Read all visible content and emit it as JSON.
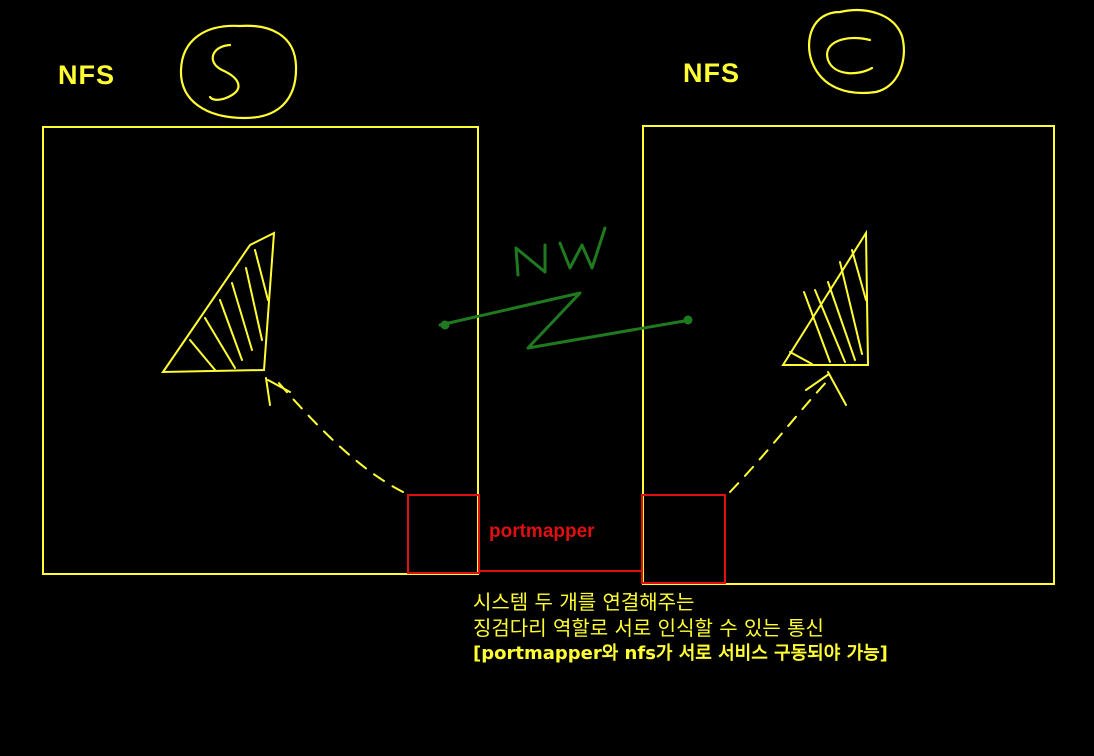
{
  "labels": {
    "left_server": "NFS",
    "right_client": "NFS",
    "left_handwritten": "S",
    "right_handwritten": "C",
    "network": "NW",
    "portmapper": "portmapper"
  },
  "notes": [
    "시스템 두 개를 연결해주는",
    "징검다리 역할로 서로 인식할 수 있는 통신",
    "[portmapper와 nfs가 서로 서비스 구동되야 가능]"
  ],
  "colors": {
    "background": "#000000",
    "yellow": "#ffff33",
    "red": "#e01010",
    "green": "#1f7a1f"
  }
}
